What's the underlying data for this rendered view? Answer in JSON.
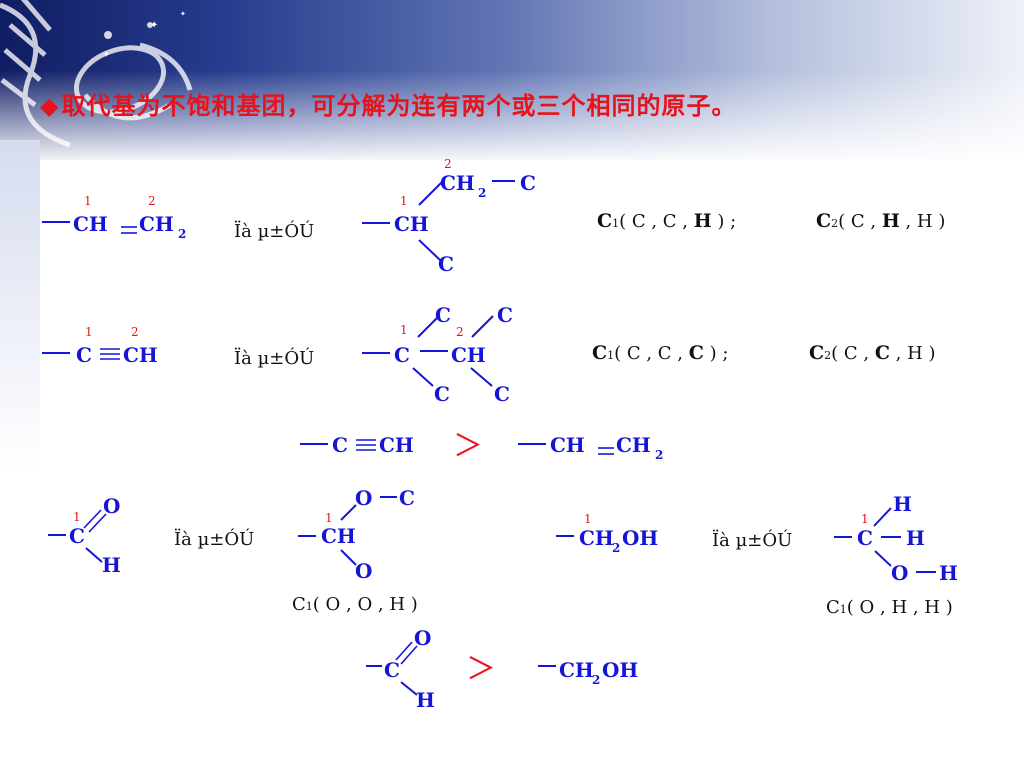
{
  "title": "取代基为不饱和基团，可分解为连有两个或三个相同的原子。",
  "bullet_icon": "diamond-bullet",
  "colors": {
    "title": "#e8121a",
    "structure": "#1515d8",
    "numbers": "#e8121a",
    "text": "#111111"
  },
  "equiv_label": "Ïà µ±ÓÚ",
  "gt": "＞",
  "row1": {
    "left": {
      "ch": "CH",
      "ch2": "CH",
      "sub": "2",
      "n1": "1",
      "n2": "2"
    },
    "right": {
      "ch2": "CH",
      "sub": "2",
      "c_top": "C",
      "ch": "CH",
      "c_bot": "C",
      "n1": "1",
      "n2": "2"
    },
    "desc": {
      "c1": {
        "c": "C",
        "sub": "1",
        "open": "( C , C , ",
        "bold": "H",
        "close": " ) ;"
      },
      "c2": {
        "c": "C",
        "sub": "2",
        "open": "( C , ",
        "bold": "H",
        "close": " , H )"
      }
    }
  },
  "row2": {
    "left": {
      "c": "C",
      "ch": "CH",
      "n1": "1",
      "n2": "2"
    },
    "right": {
      "c1": "C",
      "c2": "C",
      "c_main": "C",
      "ch": "CH",
      "c3": "C",
      "c4": "C",
      "n1": "1",
      "n2": "2"
    },
    "desc": {
      "c1": {
        "c": "C",
        "sub": "1",
        "open": "( C , C , ",
        "bold": "C",
        "close": " ) ;"
      },
      "c2": {
        "c": "C",
        "sub": "2",
        "open": "( C , ",
        "bold": "C",
        "close": " , H )"
      }
    }
  },
  "compare1": {
    "c": "C",
    "ch": "CH",
    "ch_b": "CH",
    "ch2": "CH",
    "sub": "2"
  },
  "row3": {
    "aldehyde": {
      "o": "O",
      "c": "C",
      "h": "H",
      "n1": "1"
    },
    "aldehyde_eq": {
      "o": "O",
      "c": "C",
      "ch": "CH",
      "o2": "O",
      "n1": "1"
    },
    "aldehyde_desc": {
      "c": "C",
      "sub": "1",
      "rest": "( O , O , H )"
    },
    "alcohol": {
      "ch": "CH",
      "sub": "2",
      "oh": "OH",
      "n1": "1"
    },
    "alcohol_eq": {
      "h_top": "H",
      "c": "C",
      "h_right": "H",
      "o": "O",
      "h_o": "H",
      "n1": "1"
    },
    "alcohol_desc": {
      "c": "C",
      "sub": "1",
      "rest": "( O , H , H )"
    }
  },
  "compare2": {
    "o": "O",
    "c": "C",
    "h": "H",
    "ch": "CH",
    "sub": "2",
    "oh": "OH"
  }
}
